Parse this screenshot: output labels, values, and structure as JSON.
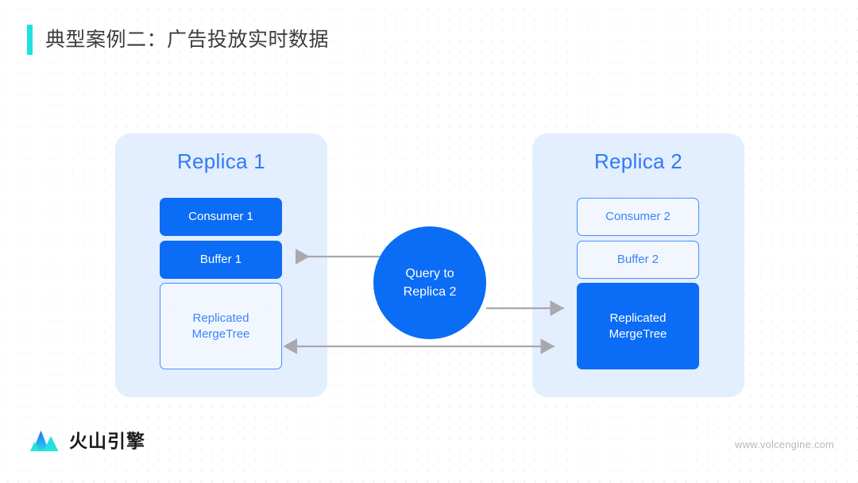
{
  "slide": {
    "title": "典型案例二：广告投放实时数据",
    "accent_color": "#1ee0e0",
    "background_color": "#ffffff",
    "dot_color": "#f0f0f3"
  },
  "diagram": {
    "primary_blue": "#0b6cf5",
    "outline_blue": "#4a90f7",
    "panel_fill": "#d8e8fd",
    "arrow_color": "#a8a8ad",
    "panels": [
      {
        "title": "Replica 1",
        "nodes": [
          {
            "label": "Consumer  1",
            "style": "filled"
          },
          {
            "label": "Buffer  1",
            "style": "filled"
          },
          {
            "label_line1": "Replicated",
            "label_line2": "MergeTree",
            "style": "outlined"
          }
        ]
      },
      {
        "title": "Replica 2",
        "nodes": [
          {
            "label": "Consumer  2",
            "style": "outlined"
          },
          {
            "label": "Buffer  2",
            "style": "outlined"
          },
          {
            "label_line1": "Replicated",
            "label_line2": "MergeTree",
            "style": "filled"
          }
        ]
      }
    ],
    "center_node": {
      "line1": "Query to",
      "line2": "Replica 2",
      "shape": "circle",
      "fill": "#0b6cf5"
    },
    "arrows": [
      {
        "name": "circle-to-buffer1",
        "direction": "left"
      },
      {
        "name": "circle-to-mergetree2",
        "direction": "right"
      },
      {
        "name": "mergetree1-to-mergetree2",
        "direction": "both"
      }
    ]
  },
  "footer": {
    "brand": "火山引擎",
    "url": "www.volcengine.com"
  }
}
